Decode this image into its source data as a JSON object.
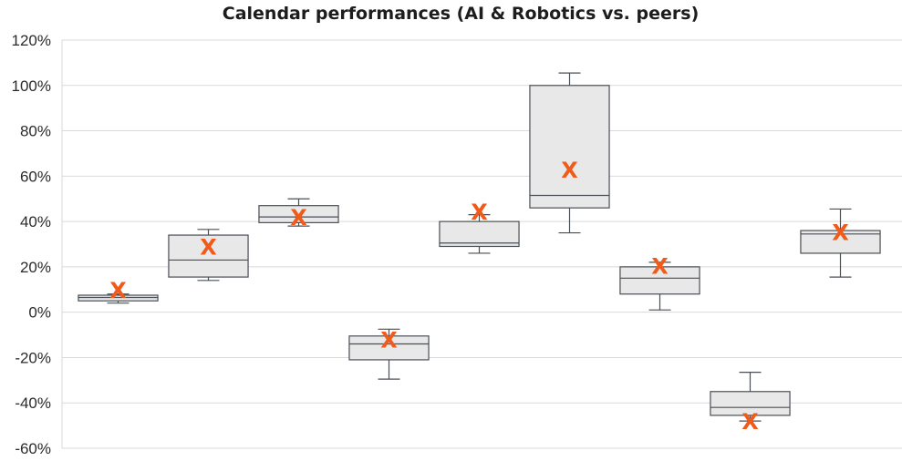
{
  "chart_data": {
    "type": "box",
    "title": "Calendar performances (AI & Robotics vs. peers)",
    "xlabel": "",
    "ylabel": "",
    "ylim": [
      -60,
      120
    ],
    "y_ticks": [
      -60,
      -40,
      -20,
      0,
      20,
      40,
      60,
      80,
      100,
      120
    ],
    "y_tick_labels": [
      "-60%",
      "-40%",
      "-20%",
      "0%",
      "20%",
      "40%",
      "60%",
      "80%",
      "100%",
      "120%"
    ],
    "grid": true,
    "colors": {
      "box_fill": "#e8e8e8",
      "box_stroke": "#4a4f55",
      "mean_marker": "#f05a1a"
    },
    "mean_marker_symbol": "X",
    "boxes": [
      {
        "min": 4,
        "q1": 5,
        "median": 6.5,
        "q3": 7.5,
        "max": 8,
        "mean": 10
      },
      {
        "min": 14,
        "q1": 15.5,
        "median": 23,
        "q3": 34,
        "max": 36.5,
        "mean": 29
      },
      {
        "min": 38,
        "q1": 39.5,
        "median": 42,
        "q3": 47,
        "max": 50,
        "mean": 42
      },
      {
        "min": -29.5,
        "q1": -21,
        "median": -14,
        "q3": -10.5,
        "max": -7.5,
        "mean": -12
      },
      {
        "min": 26,
        "q1": 29,
        "median": 30.5,
        "q3": 40,
        "max": 43,
        "mean": 44.5
      },
      {
        "min": 35,
        "q1": 46,
        "median": 51.5,
        "q3": 100,
        "max": 105.5,
        "mean": 63
      },
      {
        "min": 1,
        "q1": 8,
        "median": 15,
        "q3": 20,
        "max": 22,
        "mean": 20.5
      },
      {
        "min": -48,
        "q1": -45.5,
        "median": -42,
        "q3": -35,
        "max": -26.5,
        "mean": -48
      },
      {
        "min": 15.5,
        "q1": 26,
        "median": 34.5,
        "q3": 36,
        "max": 45.5,
        "mean": 35.5
      }
    ]
  }
}
